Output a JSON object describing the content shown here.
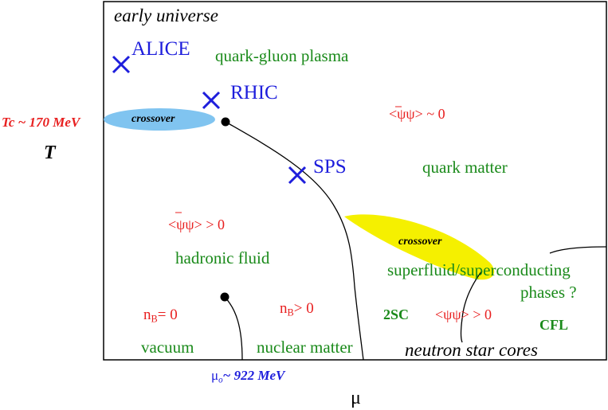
{
  "axes": {
    "y_symbol": "T",
    "x_symbol": "μ",
    "tc_label": "Tc ~ 170 MeV",
    "mu0_label": "~ 922 MeV",
    "mu0_prefix": "μ",
    "mu0_sub": "o"
  },
  "regions": {
    "early_universe": "early universe",
    "qgp": "quark-gluon plasma",
    "quark_matter": "quark matter",
    "hadronic_fluid": "hadronic fluid",
    "vacuum": "vacuum",
    "nuclear_matter": "nuclear matter",
    "neutron_star_cores": "neutron star cores",
    "superfluid": "superfluid/superconducting",
    "phases": "phases ?",
    "two_sc": "2SC",
    "cfl": "CFL"
  },
  "experiments": {
    "alice": "ALICE",
    "rhic": "RHIC",
    "sps": "SPS"
  },
  "crossover_labels": {
    "high_t": "crossover",
    "high_mu": "crossover"
  },
  "condensates": {
    "zero": "<ψψ> ~ 0",
    "hadronic": "<ψψ> > 0",
    "superconducting": "<ψψ> > 0"
  },
  "densities": {
    "nb_zero_main": "n",
    "nb_zero_sub": "B",
    "nb_zero_rest": "= 0",
    "nb_pos_main": "n",
    "nb_pos_sub": "B",
    "nb_pos_rest": "> 0"
  },
  "colors": {
    "green": "#1a8a1a",
    "red": "#e82020",
    "blue": "#1e1edc",
    "crossover_blue": "#80c4f0",
    "crossover_yellow": "#f5f000"
  }
}
